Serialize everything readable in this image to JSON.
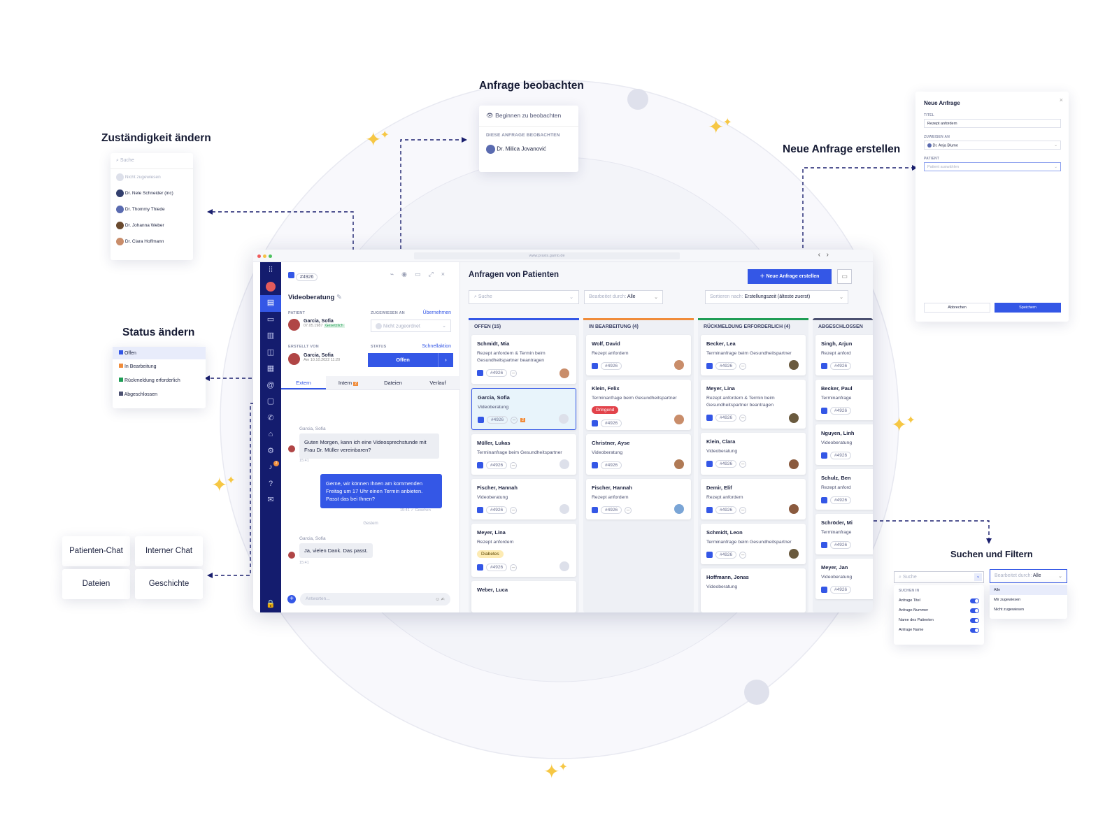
{
  "callouts": {
    "change_assignee": "Zuständigkeit ändern",
    "watch_request": "Anfrage beobachten",
    "new_request": "Neue Anfrage erstellen",
    "change_status": "Status ändern",
    "search_filter": "Suchen und Filtern"
  },
  "watch_panel": {
    "start": "Beginnen zu beobachten",
    "section": "DIESE ANFRAGE BEOBACHTEN",
    "person": "Dr. Milica Jovanović"
  },
  "assignee_panel": {
    "search": "Suche",
    "items": [
      "Nicht zugewiesen",
      "Dr. Nele Schneider (inc)",
      "Dr. Thommy Thiede",
      "Dr. Johanna Weber",
      "Dr. Clara Hoffmann"
    ]
  },
  "status_panel": {
    "items": [
      {
        "label": "Offen",
        "color": "#3457e6"
      },
      {
        "label": "In Bearbeitung",
        "color": "#f08c3a"
      },
      {
        "label": "Rückmeldung erforderlich",
        "color": "#1f9d55"
      },
      {
        "label": "Abgeschlossen",
        "color": "#4b5070"
      }
    ]
  },
  "feature_buttons": [
    "Patienten-Chat",
    "Interner Chat",
    "Dateien",
    "Geschichte"
  ],
  "new_request_modal": {
    "title": "Neue Anfrage",
    "title_label": "TITEL",
    "title_value": "Rezept anfordern",
    "assigned_label": "ZUWEISEN AN",
    "assigned_value": "Dr. Anja Blume",
    "patient_label": "PATIENT",
    "patient_placeholder": "Patient auswählen",
    "cancel": "Abbrechen",
    "save": "Speichern"
  },
  "search_filter": {
    "search_placeholder": "Suche",
    "search_in_label": "SUCHEN IN",
    "options": [
      "Anfrage Titel",
      "Anfrage-Nummer",
      "Name des Patienten",
      "Anfrage Name"
    ],
    "filter_label": "Bearbeitet durch:",
    "filter_value": "Alle",
    "filter_options": [
      "Alle",
      "Mir zugewiesen",
      "Nicht zugewiesen"
    ]
  },
  "browser": {
    "url": "www.praxis.garrio.de"
  },
  "detail": {
    "id": "#4926",
    "title": "Videoberatung",
    "patient_label": "PATIENT",
    "patient_name": "Garcia, Sofia",
    "patient_dob": "07.05.1987",
    "patient_tag": "Gesetzlich",
    "assigned_label": "ZUGEWIESEN AN",
    "take_over": "Übernehmen",
    "unassigned": "Nicht zugeordnet",
    "created_label": "ERSTELLT VON",
    "created_name": "Garcia, Sofia",
    "created_date": "Am 10.10.2022 11:20",
    "status_label": "STATUS",
    "quick_action": "Schnellaktion",
    "status_value": "Offen",
    "tabs": [
      "Extern",
      "Intern",
      "Dateien",
      "Verlauf"
    ],
    "intern_badge": "2",
    "messages": [
      {
        "author": "Garcia, Sofia",
        "text": "Guten Morgen, kann ich eine Videosprechstunde mit Frau Dr. Müller vereinbaren?",
        "time": "15:41"
      },
      {
        "text": "Gerne, wir können Ihnen am kommenden Freitag um 17 Uhr einen Termin anbieten. Passt das bei Ihnen?",
        "time": "15:41",
        "seen": "Gesehen"
      },
      {
        "author": "Garcia, Sofia",
        "text": "Ja, vielen Dank. Das passt.",
        "time": "15:41"
      }
    ],
    "divider": "Gestern",
    "reply_placeholder": "Antworten..."
  },
  "board": {
    "title": "Anfragen von Patienten",
    "new_button": "Neue Anfrage erstellen",
    "search": "Suche",
    "filter_label": "Bearbeitet durch:",
    "filter_value": "Alle",
    "sort_label": "Sortieren nach:",
    "sort_value": "Erstellungszeit (älteste zuerst)",
    "columns": [
      {
        "title": "OFFEN (15)",
        "color": "#3457e6",
        "cards": [
          {
            "name": "Schmidt, Mia",
            "desc": "Rezept anfordern & Termin beim Gesundheitspartner beantragen",
            "id": "#4926"
          },
          {
            "name": "Garcia, Sofia",
            "desc": "Videoberatung",
            "id": "#4926",
            "badge": "2"
          },
          {
            "name": "Müller, Lukas",
            "desc": "Terminanfrage beim Gesundheitspartner",
            "id": "#4926"
          },
          {
            "name": "Fischer, Hannah",
            "desc": "Videoberatung",
            "id": "#4926"
          },
          {
            "name": "Meyer, Lina",
            "desc": "Rezept anfordern",
            "tag": "Diabetes",
            "id": "#4926"
          },
          {
            "name": "Weber, Luca",
            "desc": "",
            "id": ""
          }
        ]
      },
      {
        "title": "IN BEARBEITUNG (4)",
        "color": "#f08c3a",
        "cards": [
          {
            "name": "Wolf, David",
            "desc": "Rezept anfordern",
            "id": "#4926"
          },
          {
            "name": "Klein, Felix",
            "desc": "Terminanfrage beim Gesundheitspartner",
            "urgent": "Dringend",
            "id": "#4926"
          },
          {
            "name": "Christner, Ayse",
            "desc": "Videoberatung",
            "id": "#4926"
          },
          {
            "name": "Fischer, Hannah",
            "desc": "Rezept anfordern",
            "id": "#4926"
          }
        ]
      },
      {
        "title": "RÜCKMELDUNG ERFORDERLICH (4)",
        "color": "#1f9d55",
        "cards": [
          {
            "name": "Becker, Lea",
            "desc": "Terminanfrage beim Gesundheitspartner",
            "id": "#4926"
          },
          {
            "name": "Meyer, Lina",
            "desc": "Rezept anfordern & Termin beim Gesundheitspartner beantragen",
            "id": "#4926"
          },
          {
            "name": "Klein, Clara",
            "desc": "Videoberatung",
            "id": "#4926"
          },
          {
            "name": "Demir, Elif",
            "desc": "Rezept anfordern",
            "id": "#4926"
          },
          {
            "name": "Schmidt, Leon",
            "desc": "Terminanfrage beim Gesundheitspartner",
            "id": "#4926"
          },
          {
            "name": "Hoffmann, Jonas",
            "desc": "Videoberatung",
            "id": ""
          }
        ]
      },
      {
        "title": "ABGESCHLOSSEN",
        "color": "#4b5070",
        "cards": [
          {
            "name": "Singh, Arjun",
            "desc": "Rezept anford",
            "id": "#4926"
          },
          {
            "name": "Becker, Paul",
            "desc": "Terminanfrage",
            "id": "#4926"
          },
          {
            "name": "Nguyen, Linh",
            "desc": "Videoberatung",
            "id": "#4926"
          },
          {
            "name": "Schulz, Ben",
            "desc": "Rezept anford",
            "id": "#4926"
          },
          {
            "name": "Schröder, Mi",
            "desc": "Terminanfrage",
            "id": "#4926"
          },
          {
            "name": "Meyer, Jan",
            "desc": "Videoberatung",
            "id": "#4926"
          }
        ]
      }
    ]
  },
  "nav_badge": "2"
}
